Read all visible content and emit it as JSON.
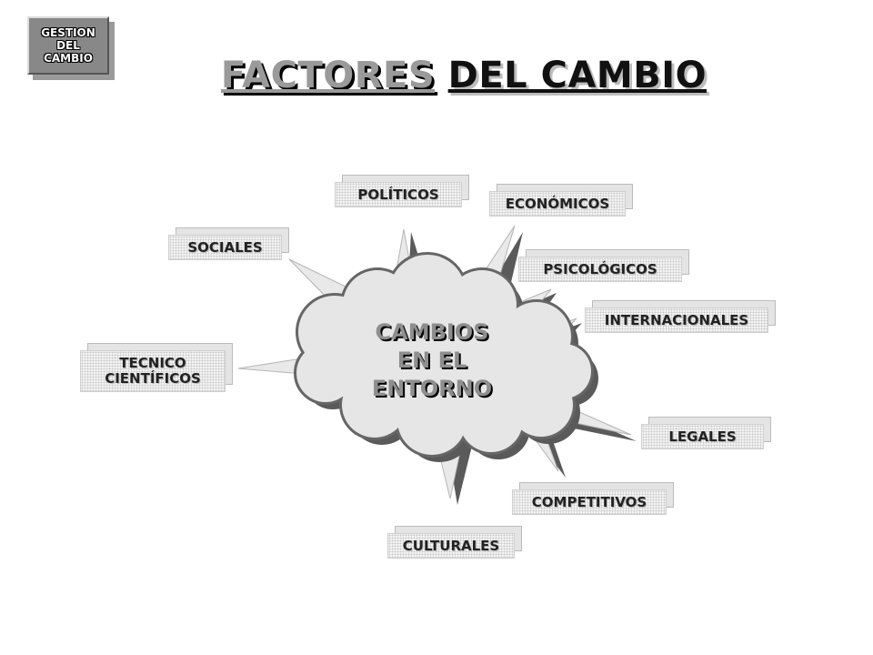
{
  "corner_badge": {
    "line1": "GESTION",
    "line2": "DEL",
    "line3": "CAMBIO"
  },
  "title": {
    "part1": "FACTORES",
    "part2": "DEL CAMBIO"
  },
  "center": {
    "line1": "CAMBIOS",
    "line2": "EN EL",
    "line3": "ENTORNO"
  },
  "factors": {
    "politicos": "POLÍTICOS",
    "economicos": "ECONÓMICOS",
    "sociales": "SOCIALES",
    "psicologicos": "PSICOLÓGICOS",
    "internacionales": "INTERNACIONALES",
    "tecnico_line1": "TECNICO",
    "tecnico_line2": "CIENTÍFICOS",
    "legales": "LEGALES",
    "competitivos": "COMPETITIVOS",
    "culturales": "CULTURALES"
  },
  "colors": {
    "cloud_fill": "#e6e6e6",
    "cloud_shadow": "#5a5a5a",
    "ray_light": "#e9e9e9",
    "ray_dark": "#5a5a5a",
    "title_gray": "#9a9a9a",
    "title_black": "#111111"
  }
}
